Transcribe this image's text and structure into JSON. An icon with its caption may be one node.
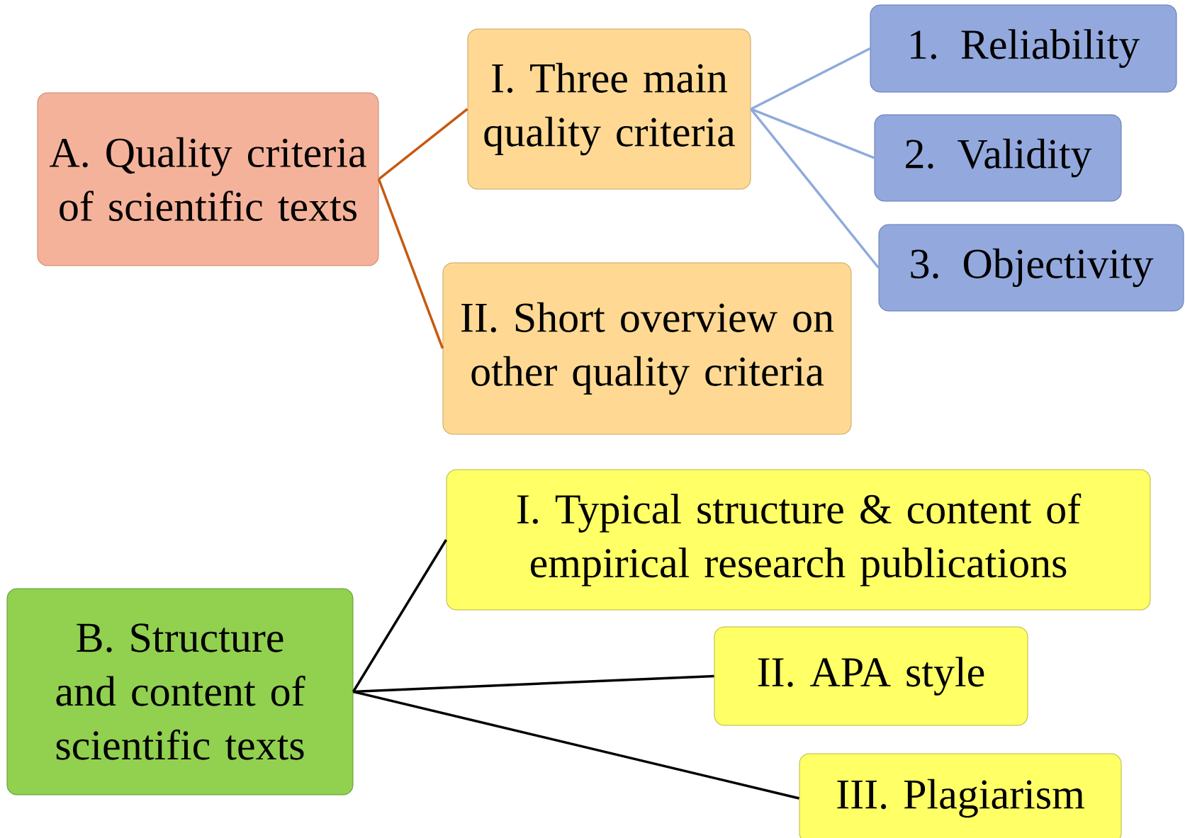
{
  "diagram": {
    "nodes": [
      {
        "text": [
          "A. Quality criteria of scientific texts"
        ]
      },
      {
        "text": [
          "I. Three main quality criteria"
        ]
      },
      {
        "text": [
          "II. Short overview on other quality criteria"
        ]
      },
      {
        "text": [
          "1. Reliability"
        ]
      },
      {
        "text": [
          "2. Validity"
        ]
      },
      {
        "text": [
          "3. Objectivity"
        ]
      },
      {
        "text": [
          "B. Structure and content of scientific texts"
        ]
      },
      {
        "text": [
          "I. Typical structure & content of empirical research publications"
        ]
      },
      {
        "text": [
          "II. APA style"
        ]
      },
      {
        "text": [
          "III. Plagiarism"
        ]
      }
    ],
    "edges": [
      {
        "from": 0,
        "to": 1,
        "arrow": "none",
        "color": "#c55a11"
      },
      {
        "from": 0,
        "to": 2,
        "arrow": "none",
        "color": "#c55a11"
      },
      {
        "from": 1,
        "to": 3,
        "arrow": "none",
        "color": "#8faadc"
      },
      {
        "from": 1,
        "to": 4,
        "arrow": "none",
        "color": "#8faadc"
      },
      {
        "from": 1,
        "to": 5,
        "arrow": "none",
        "color": "#8faadc"
      },
      {
        "from": 6,
        "to": 7,
        "arrow": "none",
        "color": "#000000"
      },
      {
        "from": 6,
        "to": 8,
        "arrow": "none",
        "color": "#000000"
      },
      {
        "from": 6,
        "to": 9,
        "arrow": "none",
        "color": "#000000"
      }
    ]
  }
}
